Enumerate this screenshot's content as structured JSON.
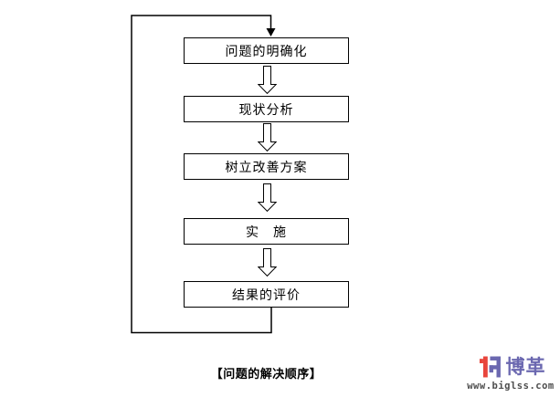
{
  "flowchart": {
    "steps": [
      {
        "label": "问题的明确化"
      },
      {
        "label": "现状分析"
      },
      {
        "label": "树立改善方案"
      },
      {
        "label": "实　施"
      },
      {
        "label": "结果的评价"
      }
    ],
    "caption": "【问题的解决顺序】",
    "connector_icon": "hollow-down-block-arrow",
    "feedback_loop_icon": "return-arrow-left-loop"
  },
  "logo": {
    "mark_icon": "biglss-bg-monogram",
    "brand": "博革",
    "url": "www.biglss.com",
    "colors": {
      "red": "#e8453c",
      "purple": "#6b68b0",
      "url_gray": "#4d4d4d"
    }
  }
}
